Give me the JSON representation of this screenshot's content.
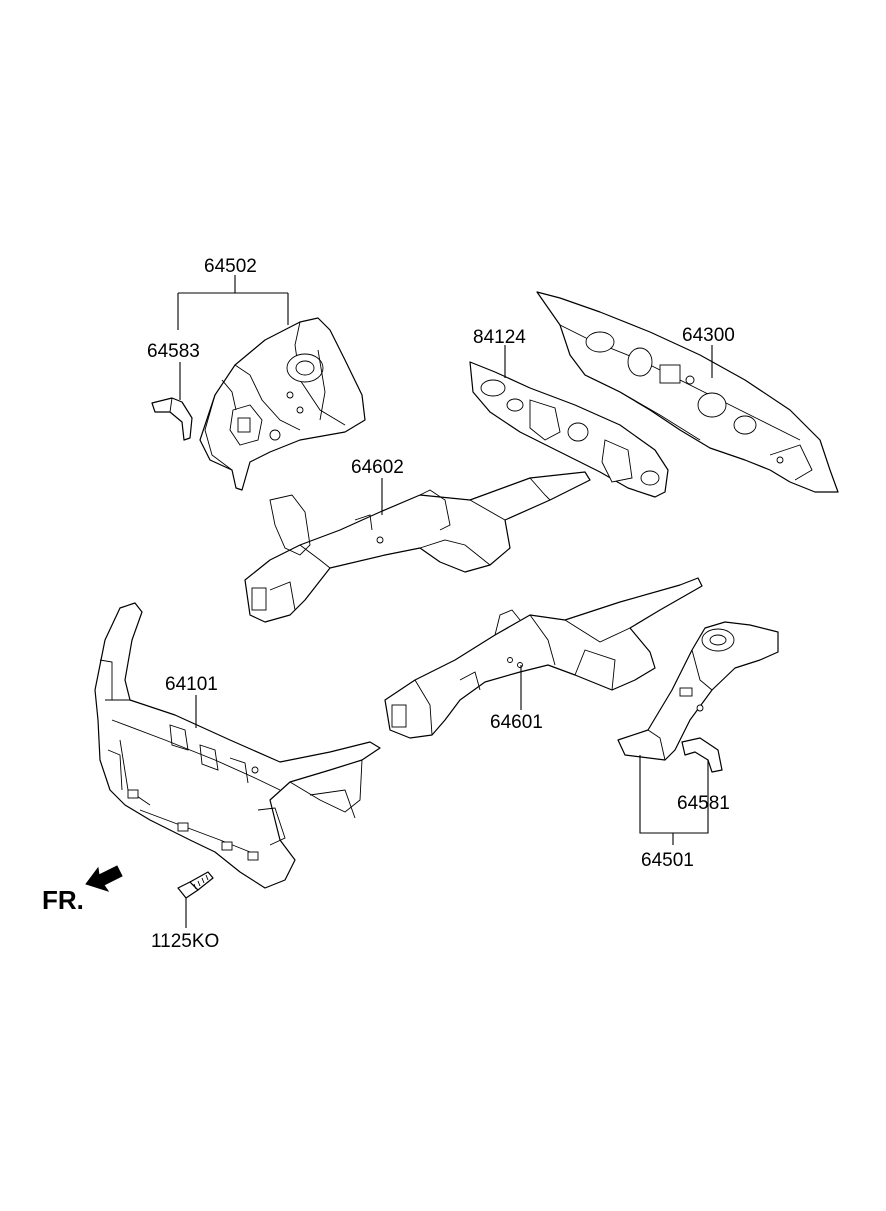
{
  "labels": {
    "p64502": "64502",
    "p64583": "64583",
    "p84124": "84124",
    "p64300": "64300",
    "p64602": "64602",
    "p64101": "64101",
    "p64601": "64601",
    "p64581": "64581",
    "p64501": "64501",
    "p1125KO": "1125KO"
  },
  "direction": {
    "text": "FR."
  },
  "icons": {
    "front_arrow": "arrow-down-left-icon"
  }
}
